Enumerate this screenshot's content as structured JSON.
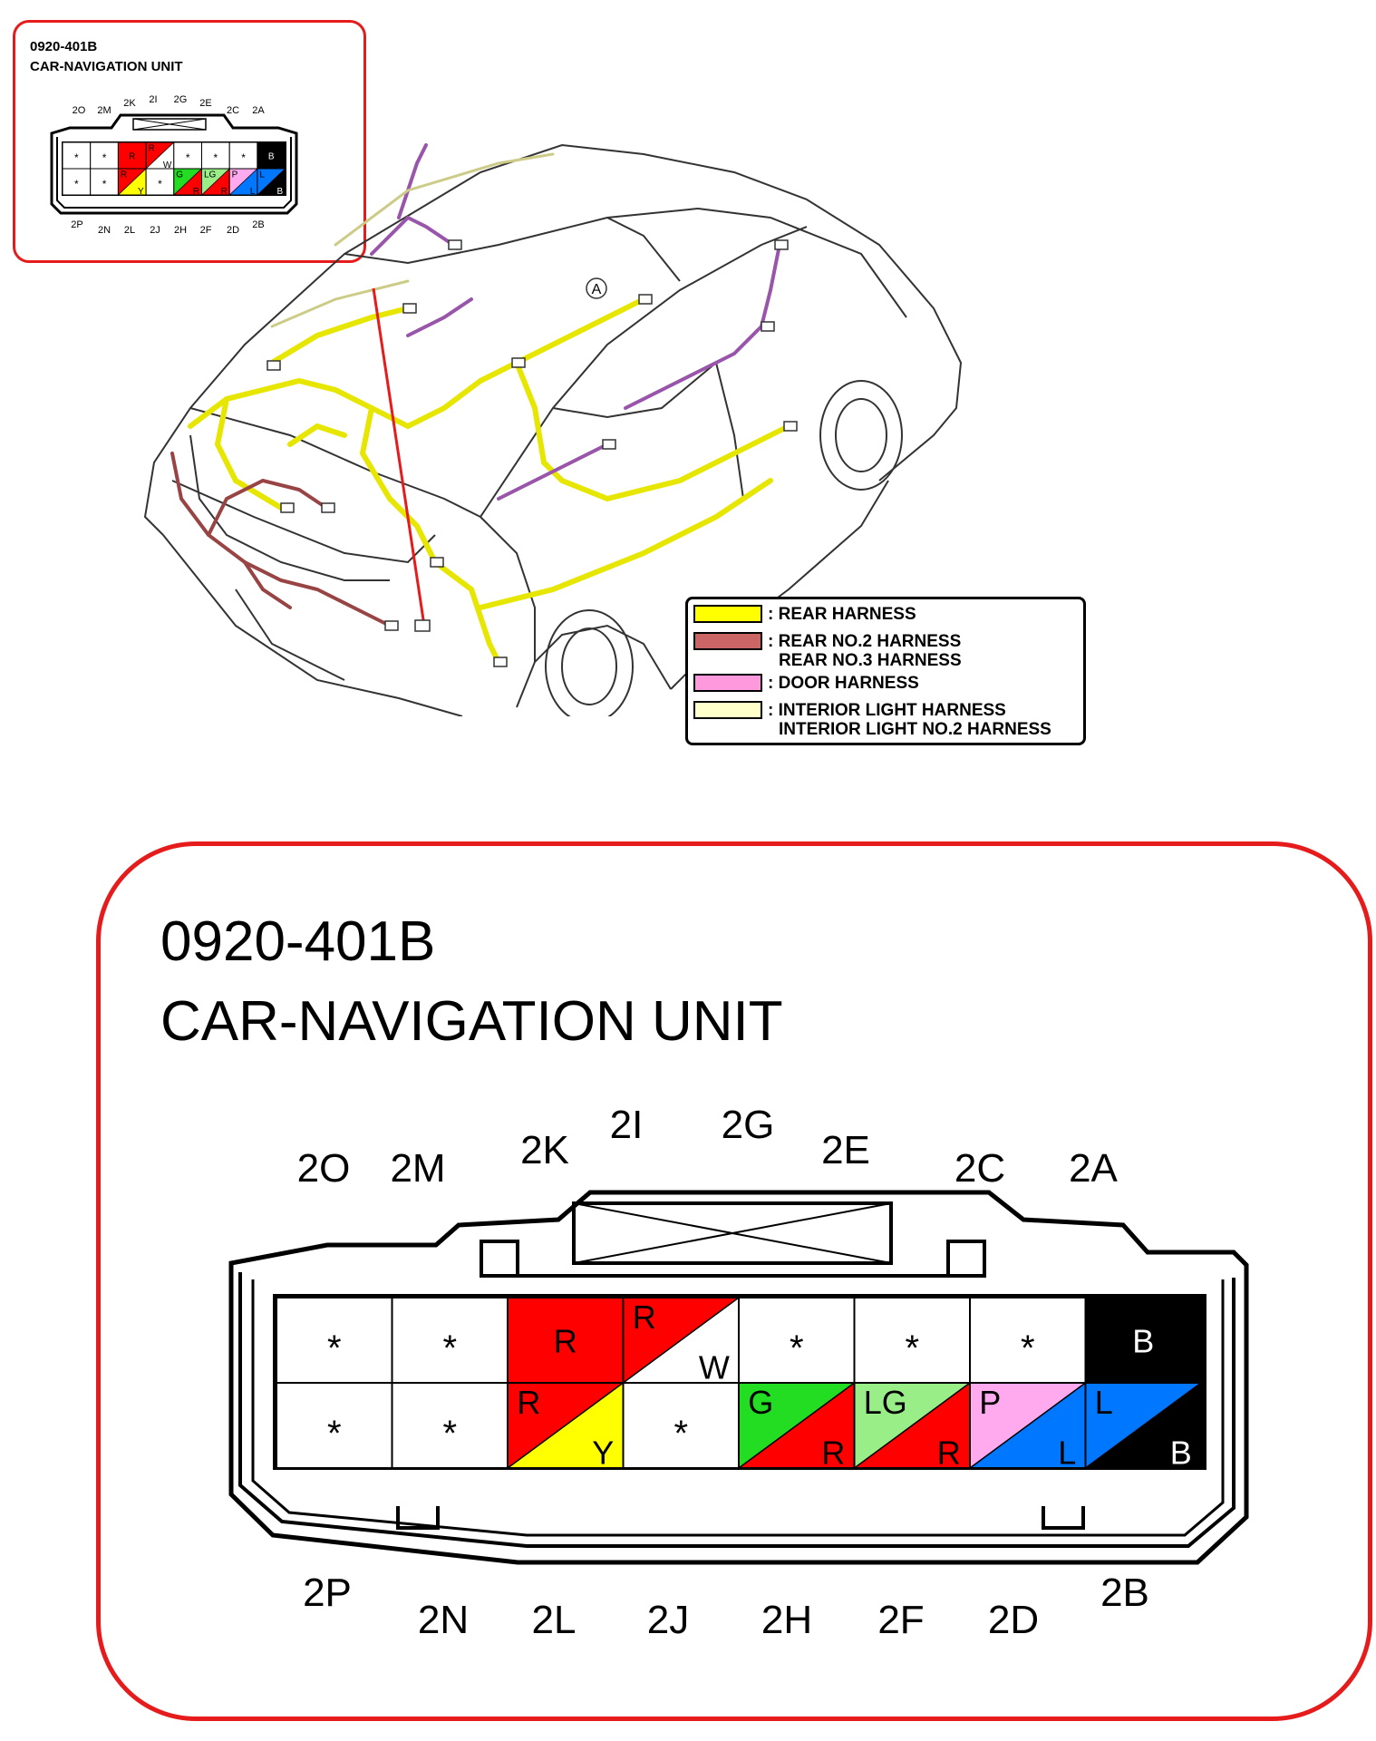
{
  "connector": {
    "code": "0920-401B",
    "name": "CAR-NAVIGATION UNIT",
    "top_pin_labels": [
      "2O",
      "2M",
      "2K",
      "2I",
      "2G",
      "2E",
      "2C",
      "2A"
    ],
    "bottom_pin_labels": [
      "2P",
      "2N",
      "2L",
      "2J",
      "2H",
      "2F",
      "2D",
      "2B"
    ],
    "top_row": [
      {
        "pin": "2O",
        "type": "empty",
        "mark": "*"
      },
      {
        "pin": "2M",
        "type": "empty",
        "mark": "*"
      },
      {
        "pin": "2K",
        "type": "solid",
        "color1": "#ff0000",
        "label1": "R"
      },
      {
        "pin": "2I",
        "type": "split",
        "color1": "#ff0000",
        "color2": "#ffffff",
        "label1": "R",
        "label2": "W"
      },
      {
        "pin": "2G",
        "type": "empty",
        "mark": "*"
      },
      {
        "pin": "2E",
        "type": "empty",
        "mark": "*"
      },
      {
        "pin": "2C",
        "type": "empty",
        "mark": "*"
      },
      {
        "pin": "2A",
        "type": "solid",
        "color1": "#000000",
        "label1": "B"
      }
    ],
    "bottom_row": [
      {
        "pin": "2P",
        "type": "empty",
        "mark": "*"
      },
      {
        "pin": "2N",
        "type": "empty",
        "mark": "*"
      },
      {
        "pin": "2L",
        "type": "split",
        "color1": "#ff0000",
        "color2": "#ffff00",
        "label1": "R",
        "label2": "Y"
      },
      {
        "pin": "2J",
        "type": "empty",
        "mark": "*"
      },
      {
        "pin": "2H",
        "type": "split",
        "color1": "#22dd22",
        "color2": "#ff0000",
        "label1": "G",
        "label2": "R"
      },
      {
        "pin": "2F",
        "type": "split",
        "color1": "#99ee88",
        "color2": "#ff0000",
        "label1": "LG",
        "label2": "R"
      },
      {
        "pin": "2D",
        "type": "split",
        "color1": "#ffaaee",
        "color2": "#0077ff",
        "label1": "P",
        "label2": "L"
      },
      {
        "pin": "2B",
        "type": "split",
        "color1": "#0077ff",
        "color2": "#000000",
        "label1": "L",
        "label2": "B"
      }
    ]
  },
  "callout_marker": "A",
  "legend": [
    {
      "color": "#ffff00",
      "lines": [
        ": REAR HARNESS"
      ]
    },
    {
      "color": "#cc6666",
      "lines": [
        ": REAR NO.2 HARNESS",
        "REAR NO.3 HARNESS"
      ]
    },
    {
      "color": "#ff99dd",
      "lines": [
        ": DOOR HARNESS"
      ]
    },
    {
      "color": "#ffffcc",
      "lines": [
        ": INTERIOR LIGHT HARNESS",
        "INTERIOR LIGHT NO.2 HARNESS"
      ]
    }
  ],
  "colors": {
    "outline": "#e61b1b",
    "wire_yellow": "#e6e600",
    "wire_purple": "#9955aa",
    "wire_brown": "#994444"
  }
}
